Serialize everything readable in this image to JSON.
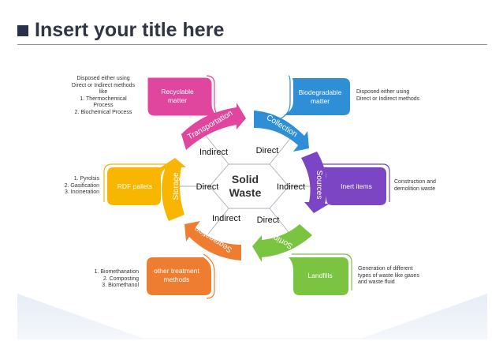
{
  "title": "Insert your title here",
  "center": {
    "line1": "Solid",
    "line2": "Waste"
  },
  "arrows": [
    {
      "id": "transportation",
      "label": "Transportation",
      "color": "#e0469e"
    },
    {
      "id": "collection",
      "label": "Collection",
      "color": "#2f8fd6"
    },
    {
      "id": "sources",
      "label": "Sources",
      "color": "#7b45c4"
    },
    {
      "id": "sorting",
      "label": "Sorting",
      "color": "#7ac441"
    },
    {
      "id": "segregation",
      "label": "Segregation",
      "color": "#ee7d32"
    },
    {
      "id": "storage",
      "label": "Storage",
      "color": "#f8b600"
    }
  ],
  "links": {
    "top_left": "Indirect",
    "top_right": "Direct",
    "left": "Direct",
    "right": "Indirect",
    "bottom_left": "Indirect",
    "bottom_right": "Direct"
  },
  "boxes": {
    "recyclable": [
      "Recyclable",
      "matter"
    ],
    "biodegradable": [
      "Biodegradable",
      "matter"
    ],
    "rdf": [
      "RDF pallets"
    ],
    "inert": [
      "Inert items"
    ],
    "other": [
      "other treatment",
      "methods"
    ],
    "landfills": [
      "Landfills"
    ]
  },
  "notes": {
    "recyclable": [
      "Disposed either using",
      "Direct or Indirect methods",
      "like",
      "1. Thermochemical",
      "Process",
      "2. Biochemical Process"
    ],
    "biodegradable": [
      "Disposed either using",
      "Direct or Indirect methods"
    ],
    "rdf": [
      "1. Pyrolsis",
      "2. Gasification",
      "3. Incineration"
    ],
    "inert": [
      "Construction and",
      "demolition waste"
    ],
    "other": [
      "1. Biomethanation",
      "2. Composting",
      "3. Biomethanol"
    ],
    "landfills": [
      "Generation of different",
      "types of waste like gases",
      "and waste fluid"
    ]
  }
}
